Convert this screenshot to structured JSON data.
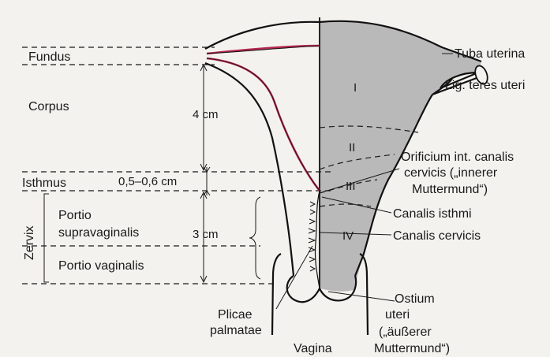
{
  "regions": {
    "fundus": "Fundus",
    "corpus": "Corpus",
    "isthmus": "Isthmus",
    "zervix": "Zervix",
    "portio_supra_1": "Portio",
    "portio_supra_2": "supravaginalis",
    "portio_vaginalis": "Portio vaginalis"
  },
  "measurements": {
    "corpus_len": "4 cm",
    "isthmus_len": "0,5–0,6 cm",
    "cervix_len": "3 cm"
  },
  "segments": [
    "I",
    "II",
    "III",
    "IV"
  ],
  "labels": {
    "tuba": "Tuba uterina",
    "lig_teres": "Lig. teres uteri",
    "orificium_1": "Orificium int. canalis",
    "orificium_2": "cervicis („innerer",
    "orificium_3": "Muttermund“)",
    "canalis_isthmi": "Canalis isthmi",
    "canalis_cervicis": "Canalis cervicis",
    "ostium_1": "Ostium",
    "ostium_2": "uteri",
    "ostium_3": "(„äußerer",
    "ostium_4": "Muttermund“)",
    "plicae_1": "Plicae",
    "plicae_2": "palmatae",
    "vagina": "Vagina"
  },
  "colors": {
    "paper": "#f4f2ee",
    "shaded": "#b9b9b9",
    "lumen_line": "#b5284e",
    "ink": "#1a1a1a"
  }
}
